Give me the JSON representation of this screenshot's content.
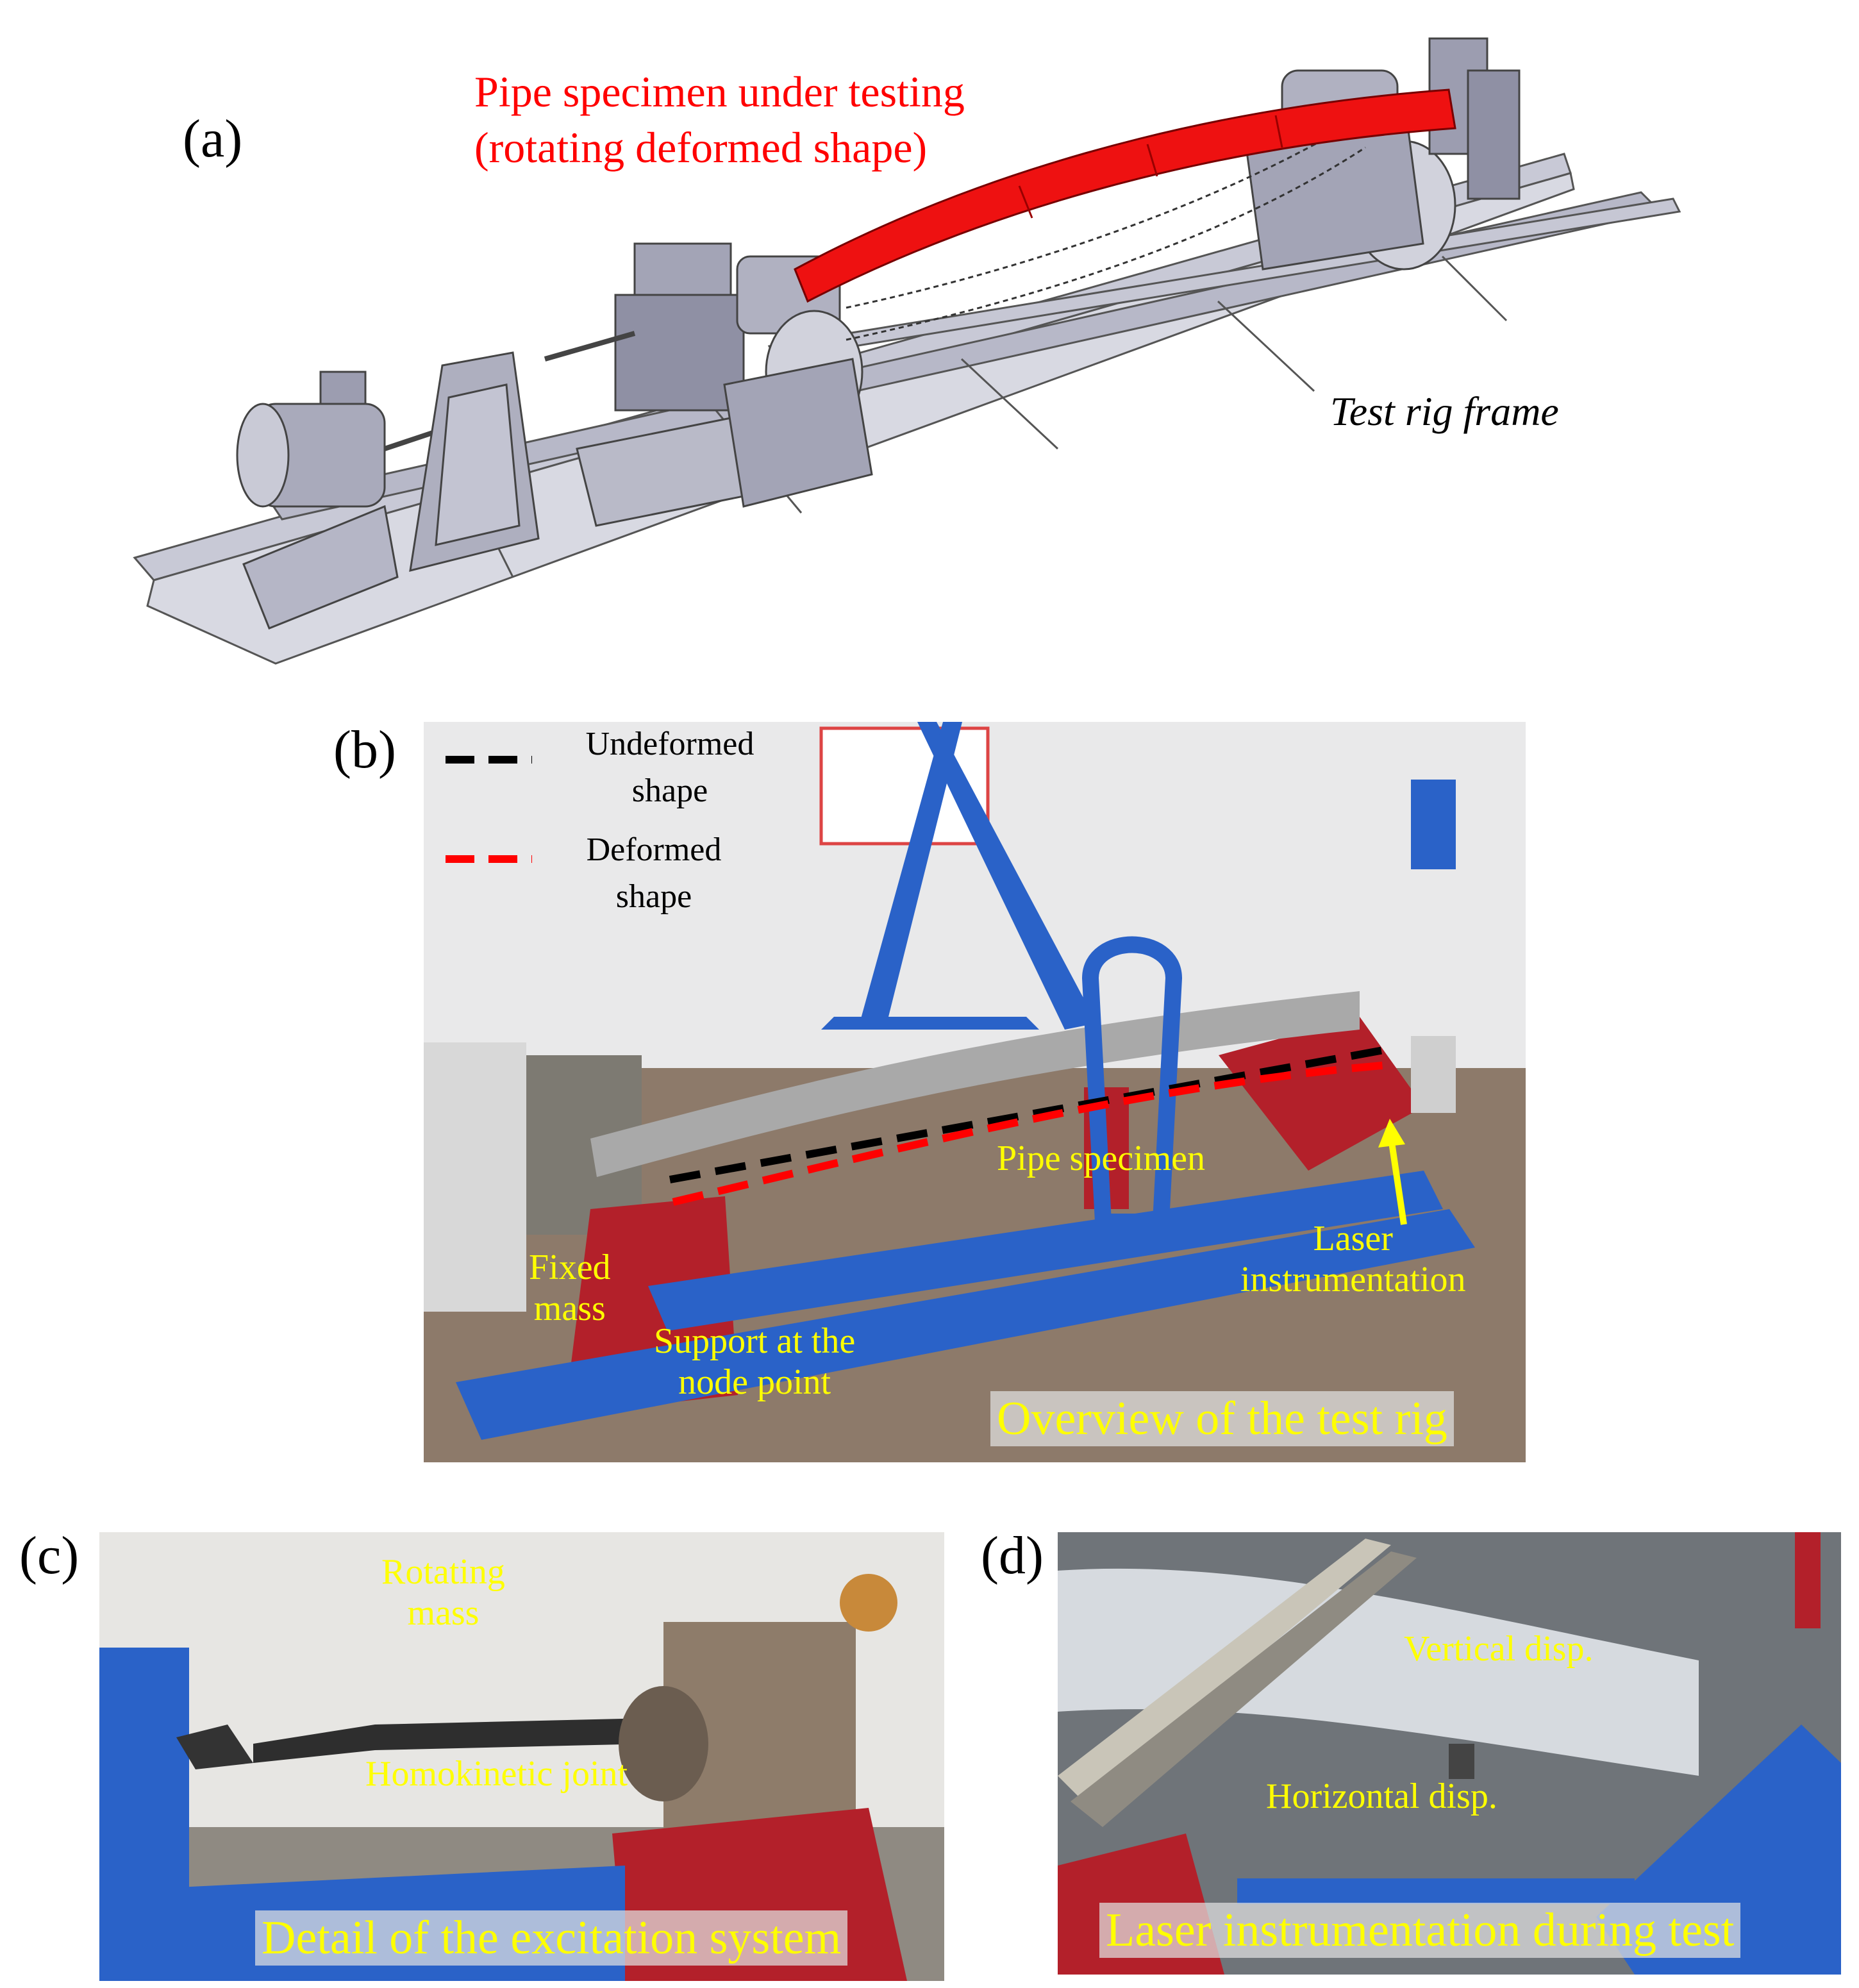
{
  "panel_a": {
    "letter": "(a)",
    "title_line1": "Pipe specimen under testing",
    "title_line2": "(rotating deformed shape)",
    "frame_label": "Test rig frame",
    "title_color": "#ff0000"
  },
  "panel_b": {
    "letter": "(b)",
    "legend": {
      "undeformed_line1": "Undeformed",
      "undeformed_line2": "shape",
      "deformed_line1": "Deformed",
      "deformed_line2": "shape",
      "undeformed_color": "#000000",
      "deformed_color": "#ff0000"
    },
    "labels": {
      "pipe": "Pipe specimen",
      "laser_line1": "Laser",
      "laser_line2": "instrumentation",
      "fixed_line1": "Fixed",
      "fixed_line2": "mass",
      "support_line1": "Support at the",
      "support_line2": "node point"
    },
    "caption": "Overview of the test rig"
  },
  "panel_c": {
    "letter": "(c)",
    "rotating_line1": "Rotating",
    "rotating_line2": "mass",
    "joint": "Homokinetic joint",
    "caption": "Detail of the excitation system"
  },
  "panel_d": {
    "letter": "(d)",
    "vertical": "Vertical disp.",
    "horizontal": "Horizontal disp.",
    "caption": "Laser instrumentation during test"
  },
  "colors": {
    "label_yellow": "#ffff00",
    "rig_blue": "#2a62c8",
    "rig_red": "#b3202a",
    "cad_grey": "#b9bac8"
  }
}
